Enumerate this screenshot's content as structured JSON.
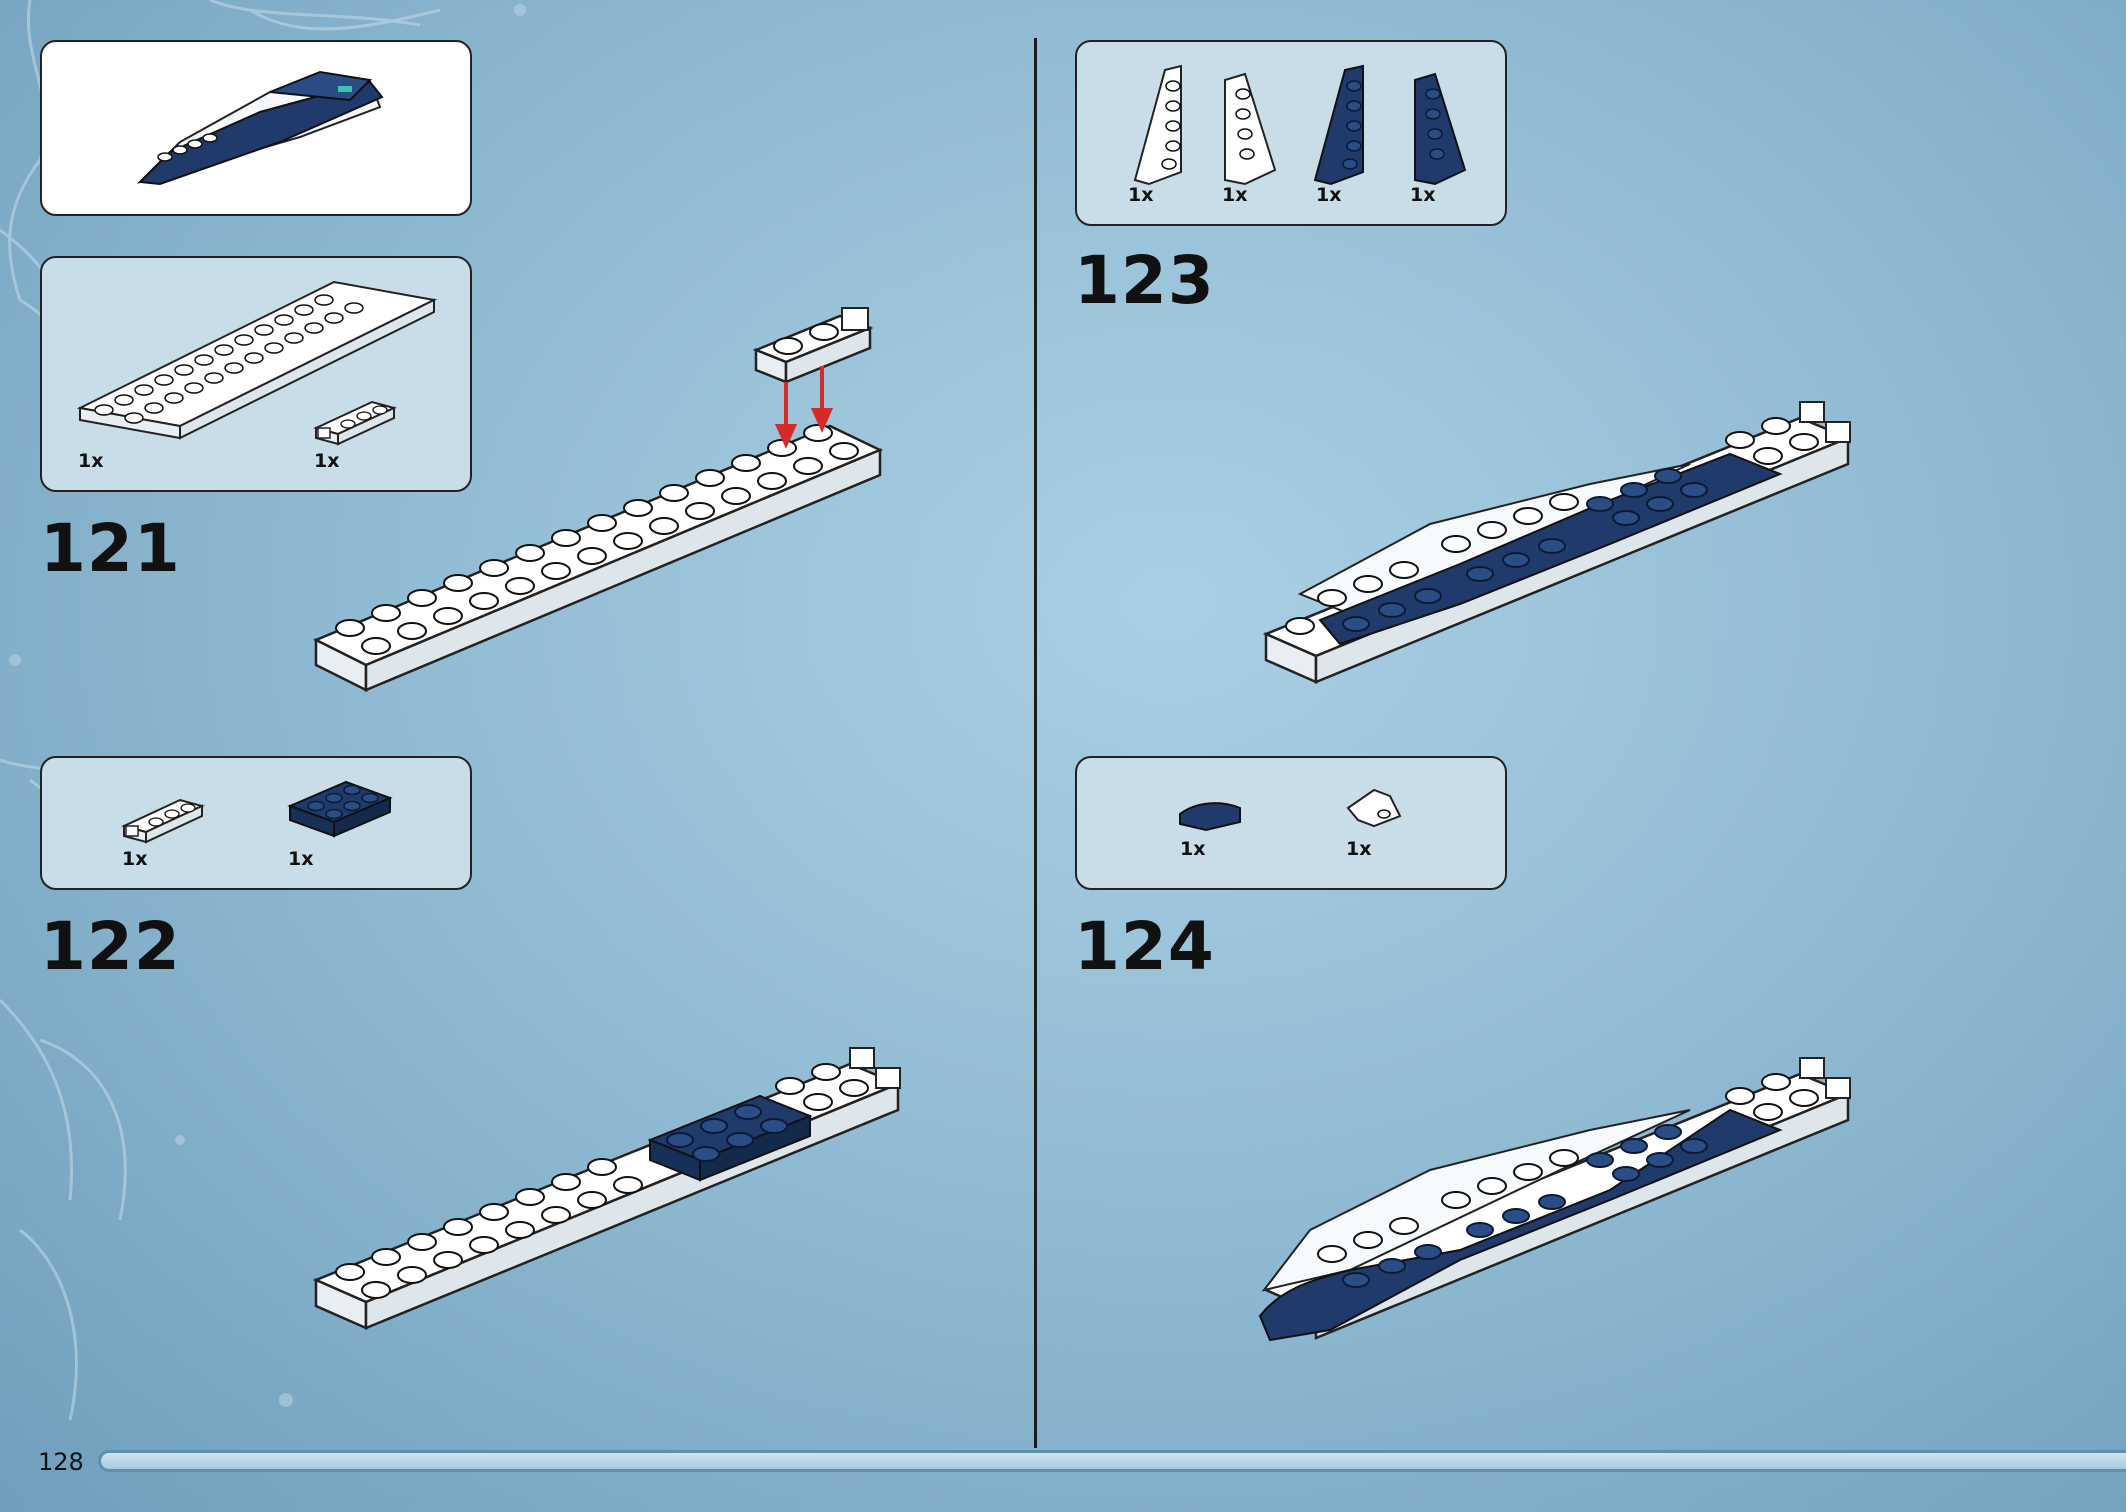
{
  "page_number": "128",
  "steps": [
    {
      "number": "121",
      "parts": [
        {
          "qty": "1x",
          "part": "white-plate-2x12"
        },
        {
          "qty": "1x",
          "part": "white-plate-with-clip"
        }
      ]
    },
    {
      "number": "122",
      "parts": [
        {
          "qty": "1x",
          "part": "white-plate-with-clip"
        },
        {
          "qty": "1x",
          "part": "dark-blue-plate-2x3"
        }
      ]
    },
    {
      "number": "123",
      "parts": [
        {
          "qty": "1x",
          "part": "white-wedge-plate-left"
        },
        {
          "qty": "1x",
          "part": "white-wedge-plate-right"
        },
        {
          "qty": "1x",
          "part": "dark-blue-wedge-plate-left"
        },
        {
          "qty": "1x",
          "part": "dark-blue-wedge-plate-right"
        }
      ]
    },
    {
      "number": "124",
      "parts": [
        {
          "qty": "1x",
          "part": "dark-blue-curved-slope"
        },
        {
          "qty": "1x",
          "part": "white-wing-tip"
        }
      ]
    }
  ],
  "colors": {
    "dark_blue": "#1f3a6b",
    "white": "#ffffff",
    "arrow_red": "#d42a2a",
    "panel_bg": "#c9dde9",
    "page_bg": "#9cc4da"
  }
}
